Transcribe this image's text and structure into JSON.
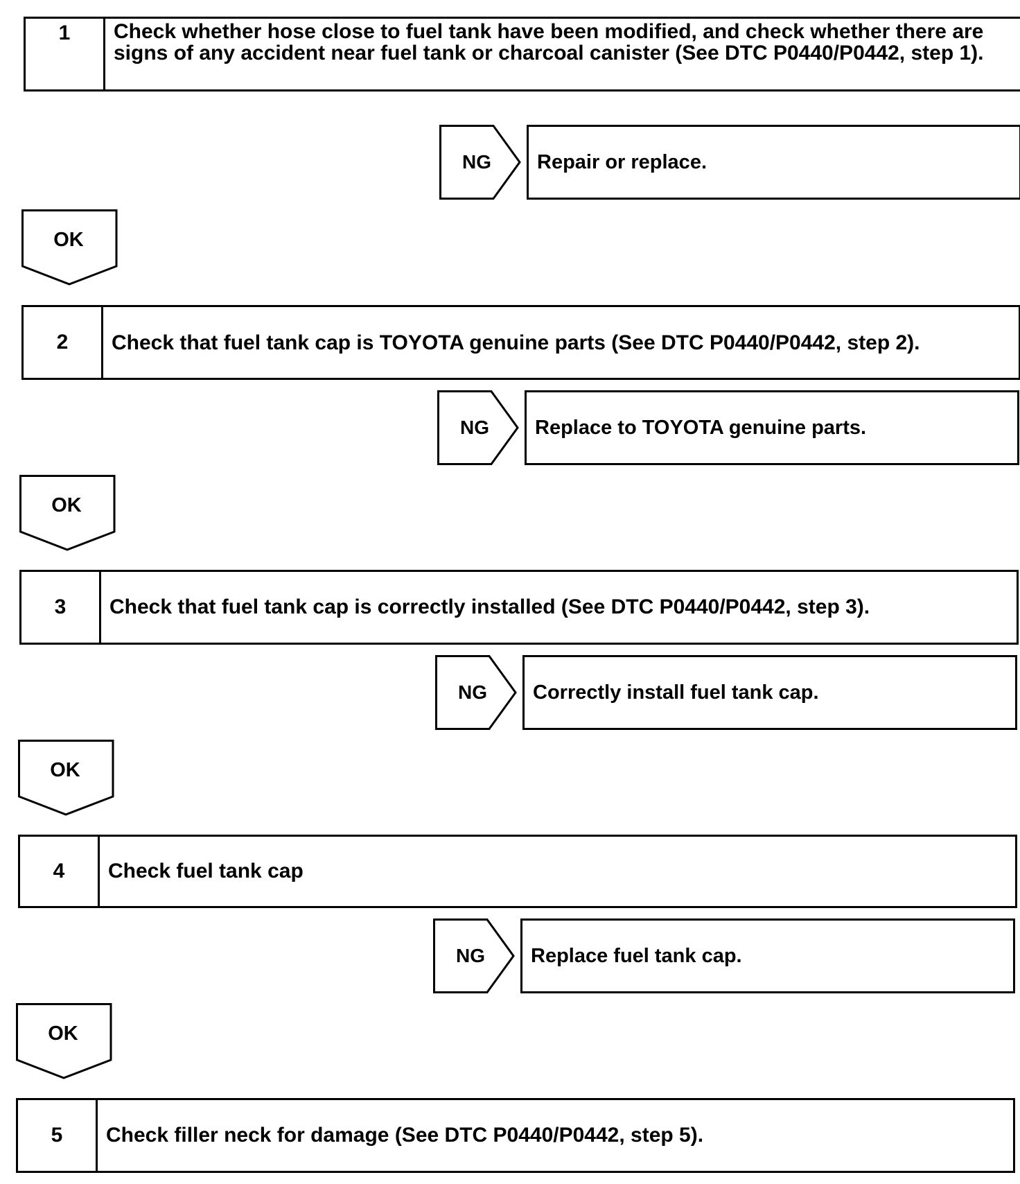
{
  "steps": [
    {
      "num": "1",
      "text": "Check whether hose close to fuel tank have been modified, and check whether there are signs of any accident near fuel tank or charcoal canister (See DTC P0440/P0442, step 1)."
    },
    {
      "num": "2",
      "text": "Check that fuel tank cap is TOYOTA genuine parts (See DTC P0440/P0442, step 2)."
    },
    {
      "num": "3",
      "text": "Check that fuel tank cap is correctly installed (See DTC P0440/P0442, step 3)."
    },
    {
      "num": "4",
      "text": "Check fuel tank cap"
    },
    {
      "num": "5",
      "text": "Check filler neck for damage (See DTC P0440/P0442, step 5)."
    }
  ],
  "ng_branches": [
    {
      "label": "NG",
      "action": "Repair or replace."
    },
    {
      "label": "NG",
      "action": "Replace to TOYOTA genuine parts."
    },
    {
      "label": "NG",
      "action": "Correctly install fuel tank cap."
    },
    {
      "label": "NG",
      "action": "Replace fuel tank cap."
    }
  ],
  "ok_labels": [
    "OK",
    "OK",
    "OK",
    "OK"
  ]
}
